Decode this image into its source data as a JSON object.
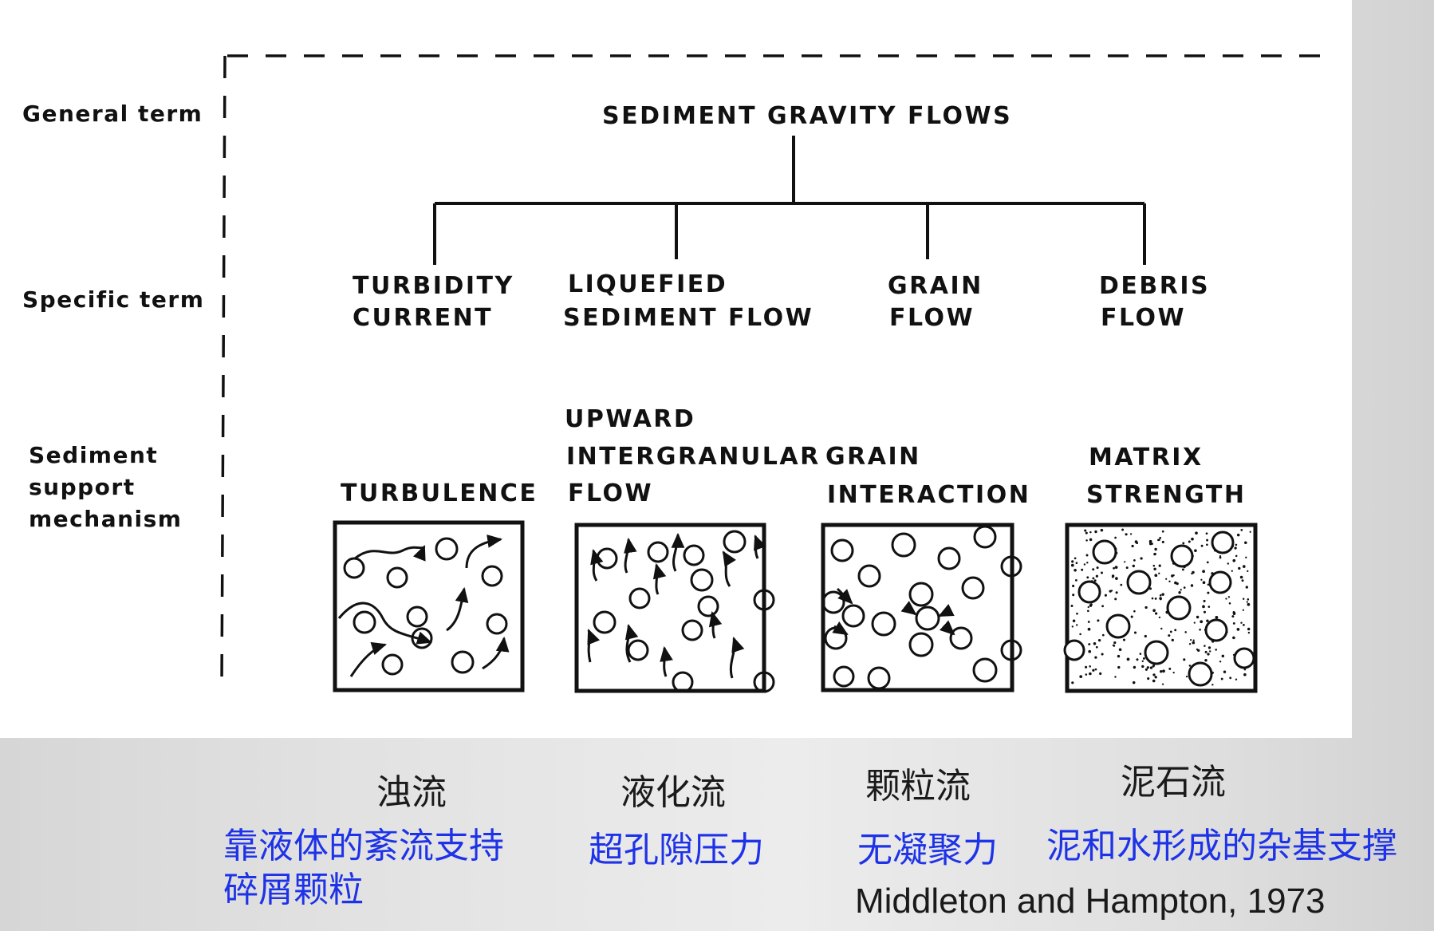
{
  "row_labels": {
    "general_term": "General term",
    "specific_term": "Specific term",
    "support_line1": "Sediment",
    "support_line2": "support",
    "support_line3": "mechanism"
  },
  "general_term": "SEDIMENT GRAVITY FLOWS",
  "flows": [
    {
      "specific_line1": "TURBIDITY",
      "specific_line2": "CURRENT",
      "mechanism_lines": [
        "TURBULENCE"
      ],
      "fill_pattern": "curved-arrows-and-grains",
      "chinese_name": "浊流",
      "chinese_desc_line1": "靠液体的紊流支持",
      "chinese_desc_line2": "碎屑颗粒"
    },
    {
      "specific_line1": "LIQUEFIED",
      "specific_line2": "SEDIMENT FLOW",
      "mechanism_lines": [
        "UPWARD",
        "INTERGRANULAR",
        "FLOW"
      ],
      "fill_pattern": "upward-arrows-and-grains",
      "chinese_name": "液化流",
      "chinese_desc_line1": "超孔隙压力"
    },
    {
      "specific_line1": "GRAIN",
      "specific_line2": "FLOW",
      "mechanism_lines": [
        "GRAIN",
        "INTERACTION"
      ],
      "fill_pattern": "colliding-grains",
      "chinese_name": "颗粒流",
      "chinese_desc_line1": "无凝聚力"
    },
    {
      "specific_line1": "DEBRIS",
      "specific_line2": "FLOW",
      "mechanism_lines": [
        "MATRIX",
        "STRENGTH"
      ],
      "fill_pattern": "dotted-matrix-with-grains",
      "chinese_name": "泥石流",
      "chinese_desc_line1": "泥和水形成的杂基支撑"
    }
  ],
  "citation": "Middleton and Hampton, 1973",
  "colors": {
    "diagram_ink": "#111111",
    "chinese_name": "#1a1a1a",
    "chinese_desc": "#1e33e8",
    "panel_background": "#ffffff"
  }
}
